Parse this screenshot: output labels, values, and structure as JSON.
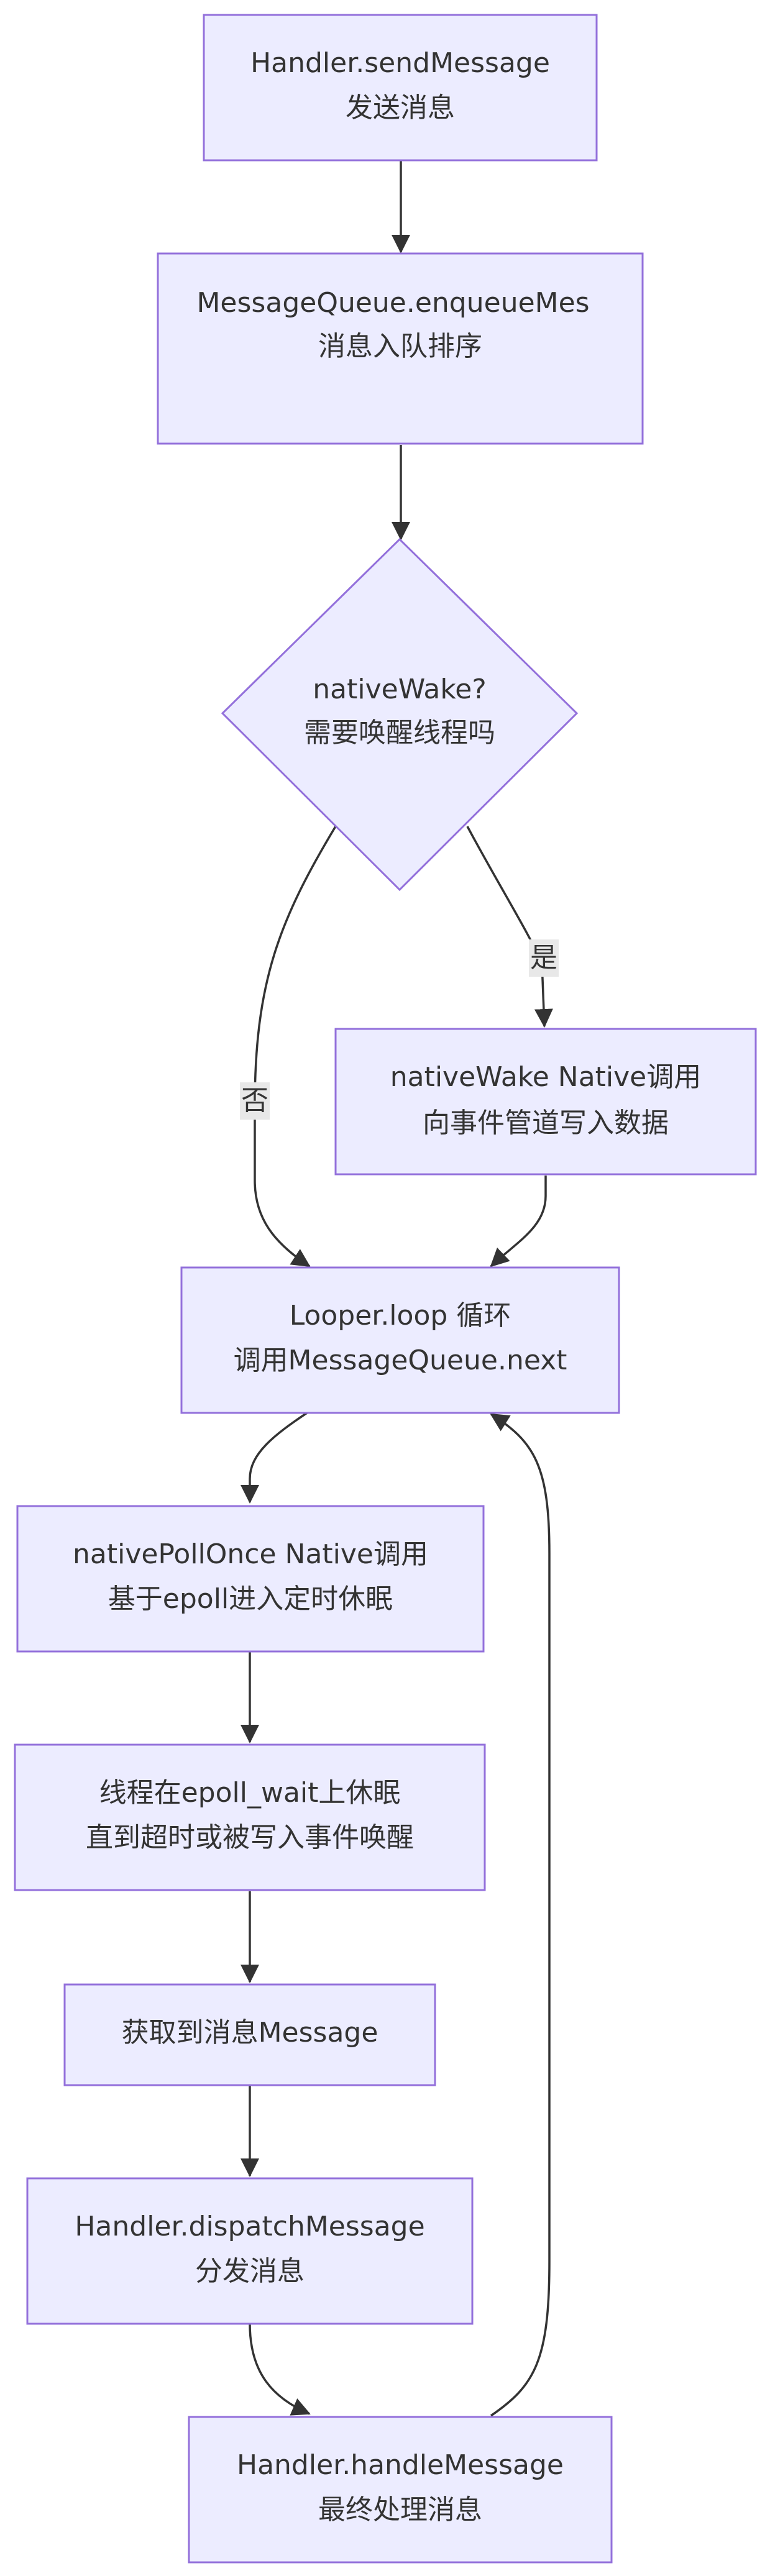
{
  "nodes": {
    "send": {
      "line1": "Handler.sendMessage",
      "line2": "发送消息"
    },
    "enqueue": {
      "line1": "MessageQueue.enqueueMess",
      "line2": "消息入队排序"
    },
    "decision": {
      "line1": "nativeWake?",
      "line2": "需要唤醒线程吗"
    },
    "wake": {
      "line1": "nativeWake Native调用",
      "line2": "向事件管道写入数据"
    },
    "loop": {
      "line1": "Looper.loop 循环",
      "line2": "调用MessageQueue.next"
    },
    "poll": {
      "line1": "nativePollOnce Native调用",
      "line2": "基于epoll进入定时休眠"
    },
    "sleep": {
      "line1": "线程在epoll_wait上休眠",
      "line2": "直到超时或被写入事件唤醒"
    },
    "obtain": {
      "line1": "获取到消息Message"
    },
    "dispatch": {
      "line1": "Handler.dispatchMessage",
      "line2": "分发消息"
    },
    "handle": {
      "line1": "Handler.handleMessage",
      "line2": "最终处理消息"
    }
  },
  "edge_labels": {
    "yes": "是",
    "no": "否"
  },
  "colors": {
    "node_fill": "#ECECFF",
    "node_stroke": "#9370DB",
    "edge": "#333333",
    "text": "#333333",
    "label_bg": "#e8e8e8"
  }
}
